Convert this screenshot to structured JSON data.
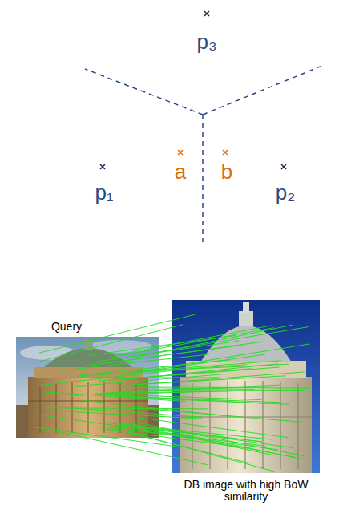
{
  "diagram": {
    "labels": [
      "p₃",
      "a",
      "b",
      "p₁",
      "p₂",
      "Query",
      "DB image with high BoW similarity"
    ]
  }
}
